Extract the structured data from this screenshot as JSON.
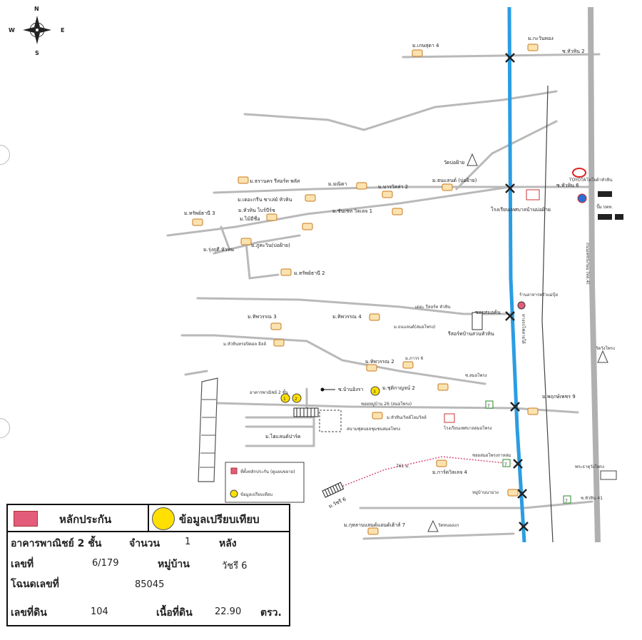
{
  "compass": {
    "n": "N",
    "s": "S",
    "e": "E",
    "w": "W"
  },
  "roads": {
    "hua_hin_2": "ซ.หัวหิน 2",
    "hua_hin_6": "ซ.หัวหิน 6",
    "hua_hin_41": "ซ.หัวหิน 41",
    "soi_26": "ซอยหมู่บ้าน 26 (สมอโพรง)",
    "soi_samo": "ซ.สมอโพรง",
    "soi_ban_wangra": "ซ.บ้านอิงรา",
    "main_hwy": "ถนนเพชรเกษม (ทล.4)",
    "rail": "ทางรถไฟสายใต้",
    "road_distance": "761 ม."
  },
  "places": {
    "moo_kasemsuk": "ม.เกษสุดา 4",
    "moo_krawan": "ม.กะวันทอง",
    "wat_bonfai": "วัดบ่อฝ้าย",
    "moo_dhanakorn": "ม.ธรานคร รีสอร์ท พลัส",
    "moo_manida": "ม.มณิดา",
    "moo_baan_vila": "ม.บารวิลล่า 2",
    "moo_thanaland": "ม.ธนแลนด์ (บ่อฝ้าย)",
    "moo_khaochakrit": "ม.เดอะกรีน ซาเล่ย์ หัวหิน",
    "moo_huahin_ville": "ม.หัวหิน ไบร์บีร์ช",
    "moo_maimi": "ม.ไม้มีชื่อ",
    "moo_sapsap": "ม.ทรัพย์ธานี 3",
    "moo_sanitville": "ม.ชันเชท วิลเลจ 1",
    "moo_rungrot": "ม.รุ่งฤดี หัวหิน",
    "moo_pukerin": "ม.ภูคะวิน(บ่อฝ้าย)",
    "moo_sapsap2": "ม.ทรัพย์ธานี 2",
    "school_bonfai": "โรงเรียนเทศบาลบ้านบ่อฝ้าย",
    "toyota": "TOYOTA",
    "toyota_label": "โตโยต้าหัวหิน",
    "ptt": "ปั๊ม ปตท.",
    "moo_thipwan3": "ม.ทิพวรรณ 3",
    "moo_thipwan4": "ม.ทิพวรรณ 4",
    "moo_huahin_hill": "ม.หัวหินทรอปิคอล ฮิลล์",
    "moo_thanaland_samo": "ม.ธนแลนด์(สมอโพรง)",
    "resort_huahin": "เดอะ รีสอร์ท หัวหิน",
    "soi_samokhon": "ซอยสมอค้น",
    "resort_baansuan": "รีสอร์ทบ้านสวนหัวหิน",
    "moo_thipwan2": "ม.ทิพวรรณ 2",
    "moo_pan6": "ม.ภาวร 6",
    "moo_chutikan": "ม.ชุติกาญจน์ 2",
    "moo_phet9": "ม.พฤกษ์เพชร 9",
    "wat_samo": "วัดวังโพรง",
    "restaurant": "ร้านอาหารครัวแม่ปุ้ย",
    "subject_building": "อาคารพาณิชย์ 2 ชั้น",
    "moo_huahin_world": "ม.หัวหินเวิลด์โฮมวิลล์",
    "school_samo": "โรงเรียนเทศบาลสมอโพรง",
    "moo_highland": "ม.ไฮแลนด์ปาร์ค",
    "field": "สนามฟุตบอลชุมชนสมอโพรง",
    "moo_kwin4": "ม.การ์ดวิลเลจ 4",
    "soi_samo_junction": "ซอยสมอโพรงกาหล่ม",
    "moo_wachree": "ม.วัชรี 6",
    "moo_baannaman": "หมู่บ้านนาม่วง",
    "wat_huahin": "พระธาตุวังโพรง",
    "moo_kulab": "ม.กุหลาบแลนด์แอนด์เฮ้าส์ 7",
    "wat_nong": "วัดหนองแก"
  },
  "map_legend": {
    "collateral": "ที่ตั้งหลักประกัน (ดูแผนขยาย)",
    "comparable": "ข้อมูลเปรียบเทียบ",
    "marker_1": "1",
    "marker_2": "2",
    "marker_3": "3"
  },
  "info": {
    "legend_collateral": "หลักประกัน",
    "legend_comparable": "ข้อมูลเปรียบเทียบ",
    "building_type": "อาคารพาณิชย์ 2 ชั้น",
    "count_label": "จำนวน",
    "count_value": "1",
    "unit": "หลัง",
    "house_no_label": "เลขที่",
    "house_no": "6/179",
    "village_label": "หมู่บ้าน",
    "village": "วัชรี 6",
    "deed_label": "โฉนดเลขที่",
    "deed_no": "85045",
    "land_no_label": "เลขที่ดิน",
    "land_no": "104",
    "area_label": "เนื้อที่ดิน",
    "area_value": "22.90",
    "area_unit": "ตรว."
  },
  "colors": {
    "road": "#b9b9b9",
    "rail": "#2a9de3",
    "collateral": "#e35d7a",
    "comparable": "#ffe000",
    "route": "#d94f7d"
  }
}
